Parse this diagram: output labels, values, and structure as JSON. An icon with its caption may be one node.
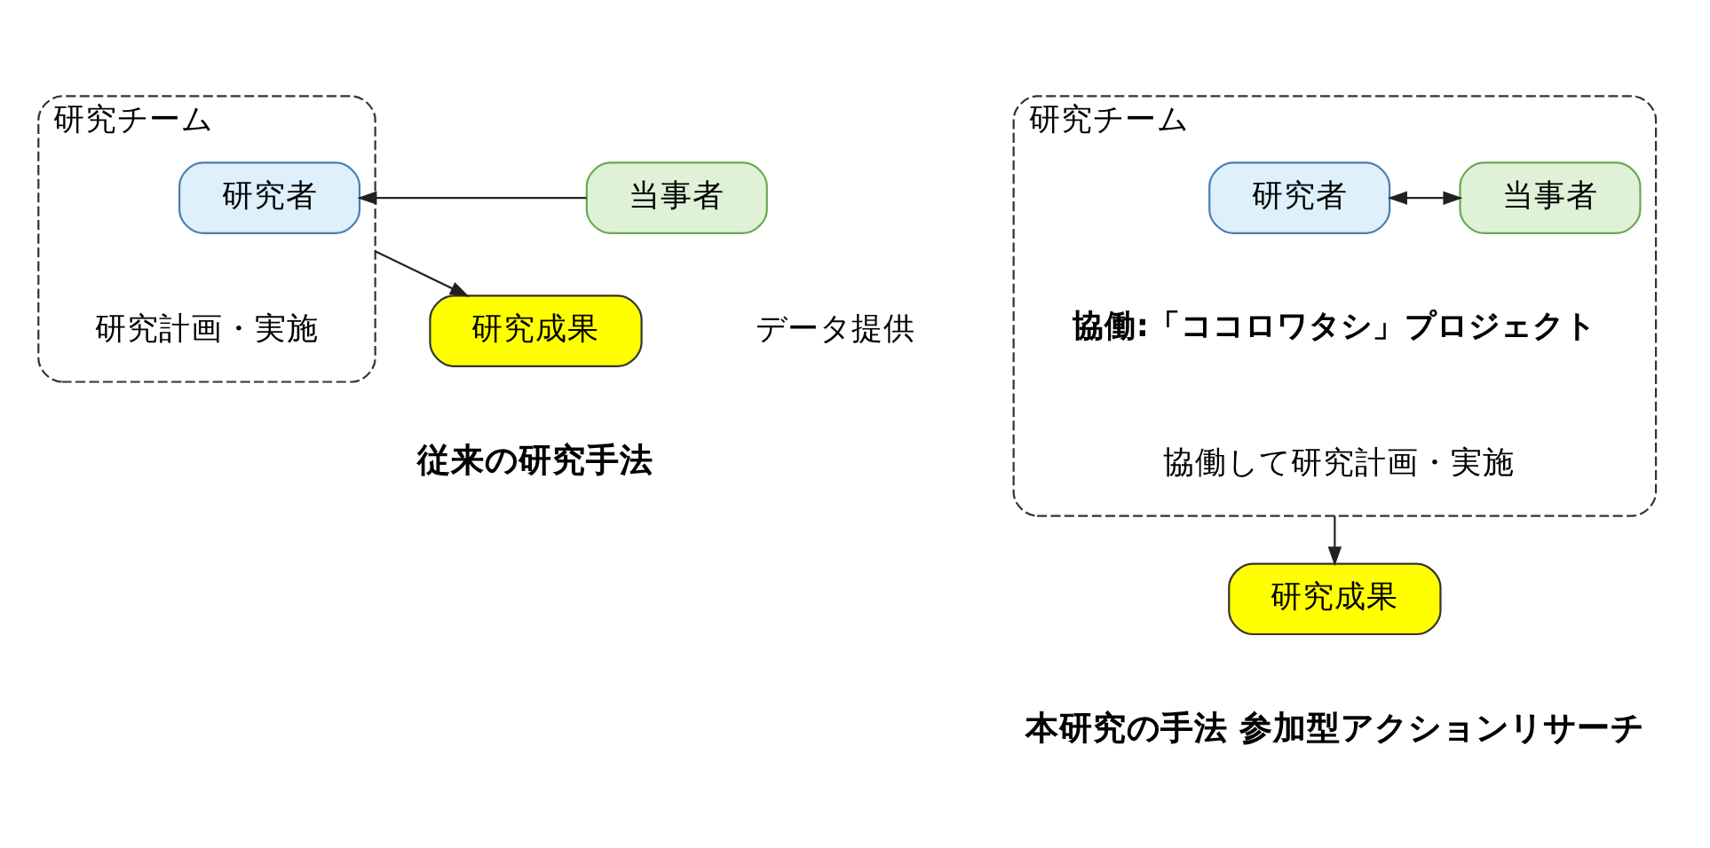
{
  "diagram": {
    "nodes": [
      {
        "text": [
          "研究チーム"
        ]
      },
      {
        "text": [
          "研究者"
        ],
        "in": 0,
        "beside": [
          "研究計画・実施"
        ]
      },
      {
        "text": [
          "当事者"
        ],
        "beside": [
          "データ提供"
        ]
      },
      {
        "text": [
          "研究成果"
        ]
      },
      {
        "text": [
          "研究チーム",
          "協働:「ココロワタシ」プロジェクト",
          "協働して研究計画・実施"
        ]
      },
      {
        "text": [
          "研究者"
        ],
        "in": 4
      },
      {
        "text": [
          "当事者"
        ],
        "in": 4
      },
      {
        "text": [
          "研究成果"
        ]
      }
    ],
    "edges": [
      {
        "from": 2,
        "to": 1,
        "arrow": "to"
      },
      {
        "from": 0,
        "to": 3,
        "arrow": "to"
      },
      {
        "from": 5,
        "to": 6,
        "arrow": "both"
      },
      {
        "from": 4,
        "to": 7,
        "arrow": "to"
      }
    ],
    "labels": [
      "従来の研究手法",
      "本研究の手法 参加型アクションリサーチ"
    ]
  }
}
